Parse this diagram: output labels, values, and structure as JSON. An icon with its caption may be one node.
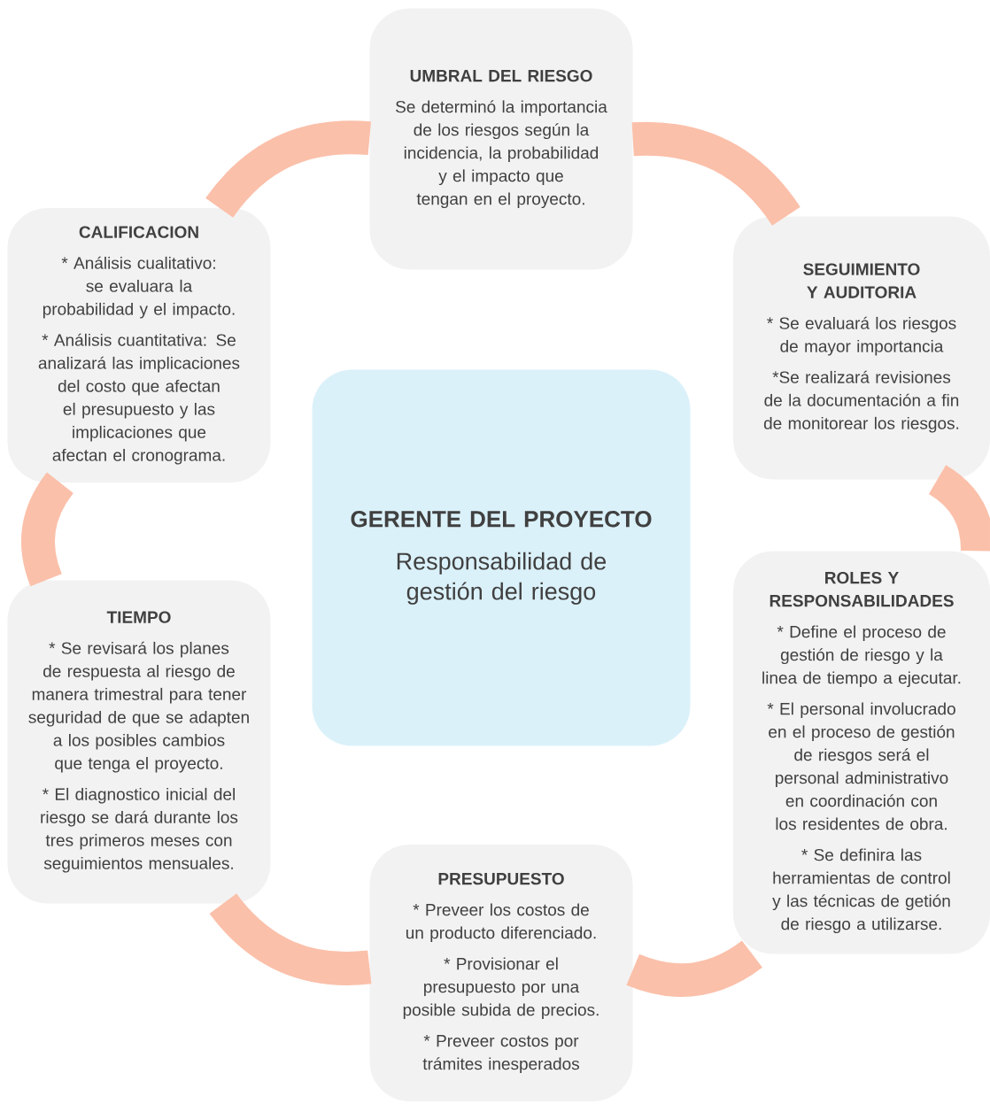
{
  "diagram": {
    "nodes": [
      {
        "text": [
          "UMBRAL DEL RIESGO",
          "Se determinó la importancia de los riesgos según la incidencia, la probabilidad y el impacto que tengan en el proyecto."
        ]
      },
      {
        "text": [
          "CALIFICACION",
          "* Análisis cualitativo: se evaluara la probabilidad y el impacto.",
          "* Análisis cuantitativa:  Se analizará las implicaciones del costo que afectan el presupuesto y las implicaciones que afectan el cronograma."
        ]
      },
      {
        "text": [
          "SEGUIMIENTO Y AUDITORIA",
          "* Se evaluará los riesgos de mayor importancia",
          "*Se realizará revisiones de la documentación a fin de monitorear los riesgos."
        ]
      },
      {
        "text": [
          "GERENTE DEL PROYECTO",
          "Responsabilidad de gestión del riesgo"
        ]
      },
      {
        "text": [
          "TIEMPO",
          "* Se revisará los planes de respuesta al riesgo de manera trimestral  para tener seguridad de que se adapten a los posibles cambios que tenga el proyecto.",
          "* El diagnostico inicial del riesgo se dará durante los tres primeros meses con seguimientos mensuales."
        ]
      },
      {
        "text": [
          "ROLES Y RESPONSABILIDADES",
          "* Define el proceso de gestión de riesgo y la linea de tiempo a ejecutar.",
          "* El personal involucrado en el proceso de gestión de riesgos será el  personal administrativo en coordinación con los residentes de obra.",
          "* Se definira las herramientas de control  y las técnicas de getión de riesgo a utilizarse."
        ]
      },
      {
        "text": [
          "PRESUPUESTO",
          "* Preveer los costos de un producto diferenciado.",
          "* Provisionar  el presupuesto por una posible subida de precios.",
          "* Preveer costos por trámites inesperados"
        ]
      }
    ],
    "edges": [
      {
        "from": 0,
        "to": 2,
        "arrow": "none"
      },
      {
        "from": 2,
        "to": 5,
        "arrow": "none"
      },
      {
        "from": 5,
        "to": 6,
        "arrow": "none"
      },
      {
        "from": 6,
        "to": 4,
        "arrow": "none"
      },
      {
        "from": 4,
        "to": 1,
        "arrow": "none"
      },
      {
        "from": 1,
        "to": 0,
        "arrow": "none"
      }
    ]
  }
}
